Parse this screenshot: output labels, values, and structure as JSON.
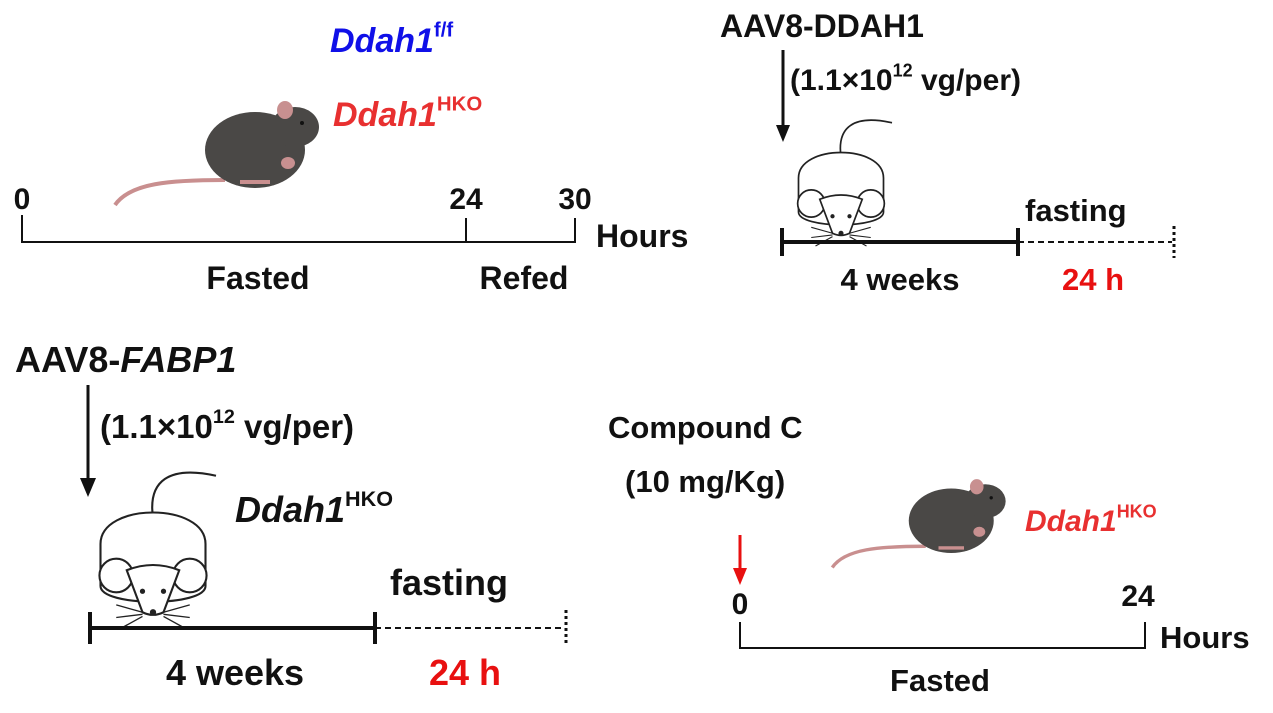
{
  "colors": {
    "blue": "#1010e8",
    "red": "#e83030",
    "bright_red": "#e81010",
    "black": "#111111"
  },
  "panel_a": {
    "genotype_1": {
      "name": "Ddah1",
      "sup": "f/f"
    },
    "genotype_2": {
      "name": "Ddah1",
      "sup": "HKO"
    },
    "ticks": [
      "0",
      "24",
      "30"
    ],
    "unit": "Hours",
    "phases": [
      "Fasted",
      "Refed"
    ]
  },
  "panel_b": {
    "vector": "AAV8-DDAH1",
    "dose_prefix": "(1.1×10",
    "dose_exp": "12",
    "dose_suffix": " vg/per)",
    "phase_label": "fasting",
    "duration_1": "4 weeks",
    "duration_2": "24 h"
  },
  "panel_c": {
    "vector_prefix": "AAV8-",
    "vector_gene": "FABP1",
    "dose_prefix": "(1.1×10",
    "dose_exp": "12",
    "dose_suffix": " vg/per)",
    "genotype": {
      "name": "Ddah1",
      "sup": "HKO"
    },
    "phase_label": "fasting",
    "duration_1": "4 weeks",
    "duration_2": "24 h"
  },
  "panel_d": {
    "compound": "Compound C",
    "dose": "(10 mg/Kg)",
    "genotype": {
      "name": "Ddah1",
      "sup": "HKO"
    },
    "ticks": [
      "0",
      "24"
    ],
    "unit": "Hours",
    "phase": "Fasted"
  }
}
